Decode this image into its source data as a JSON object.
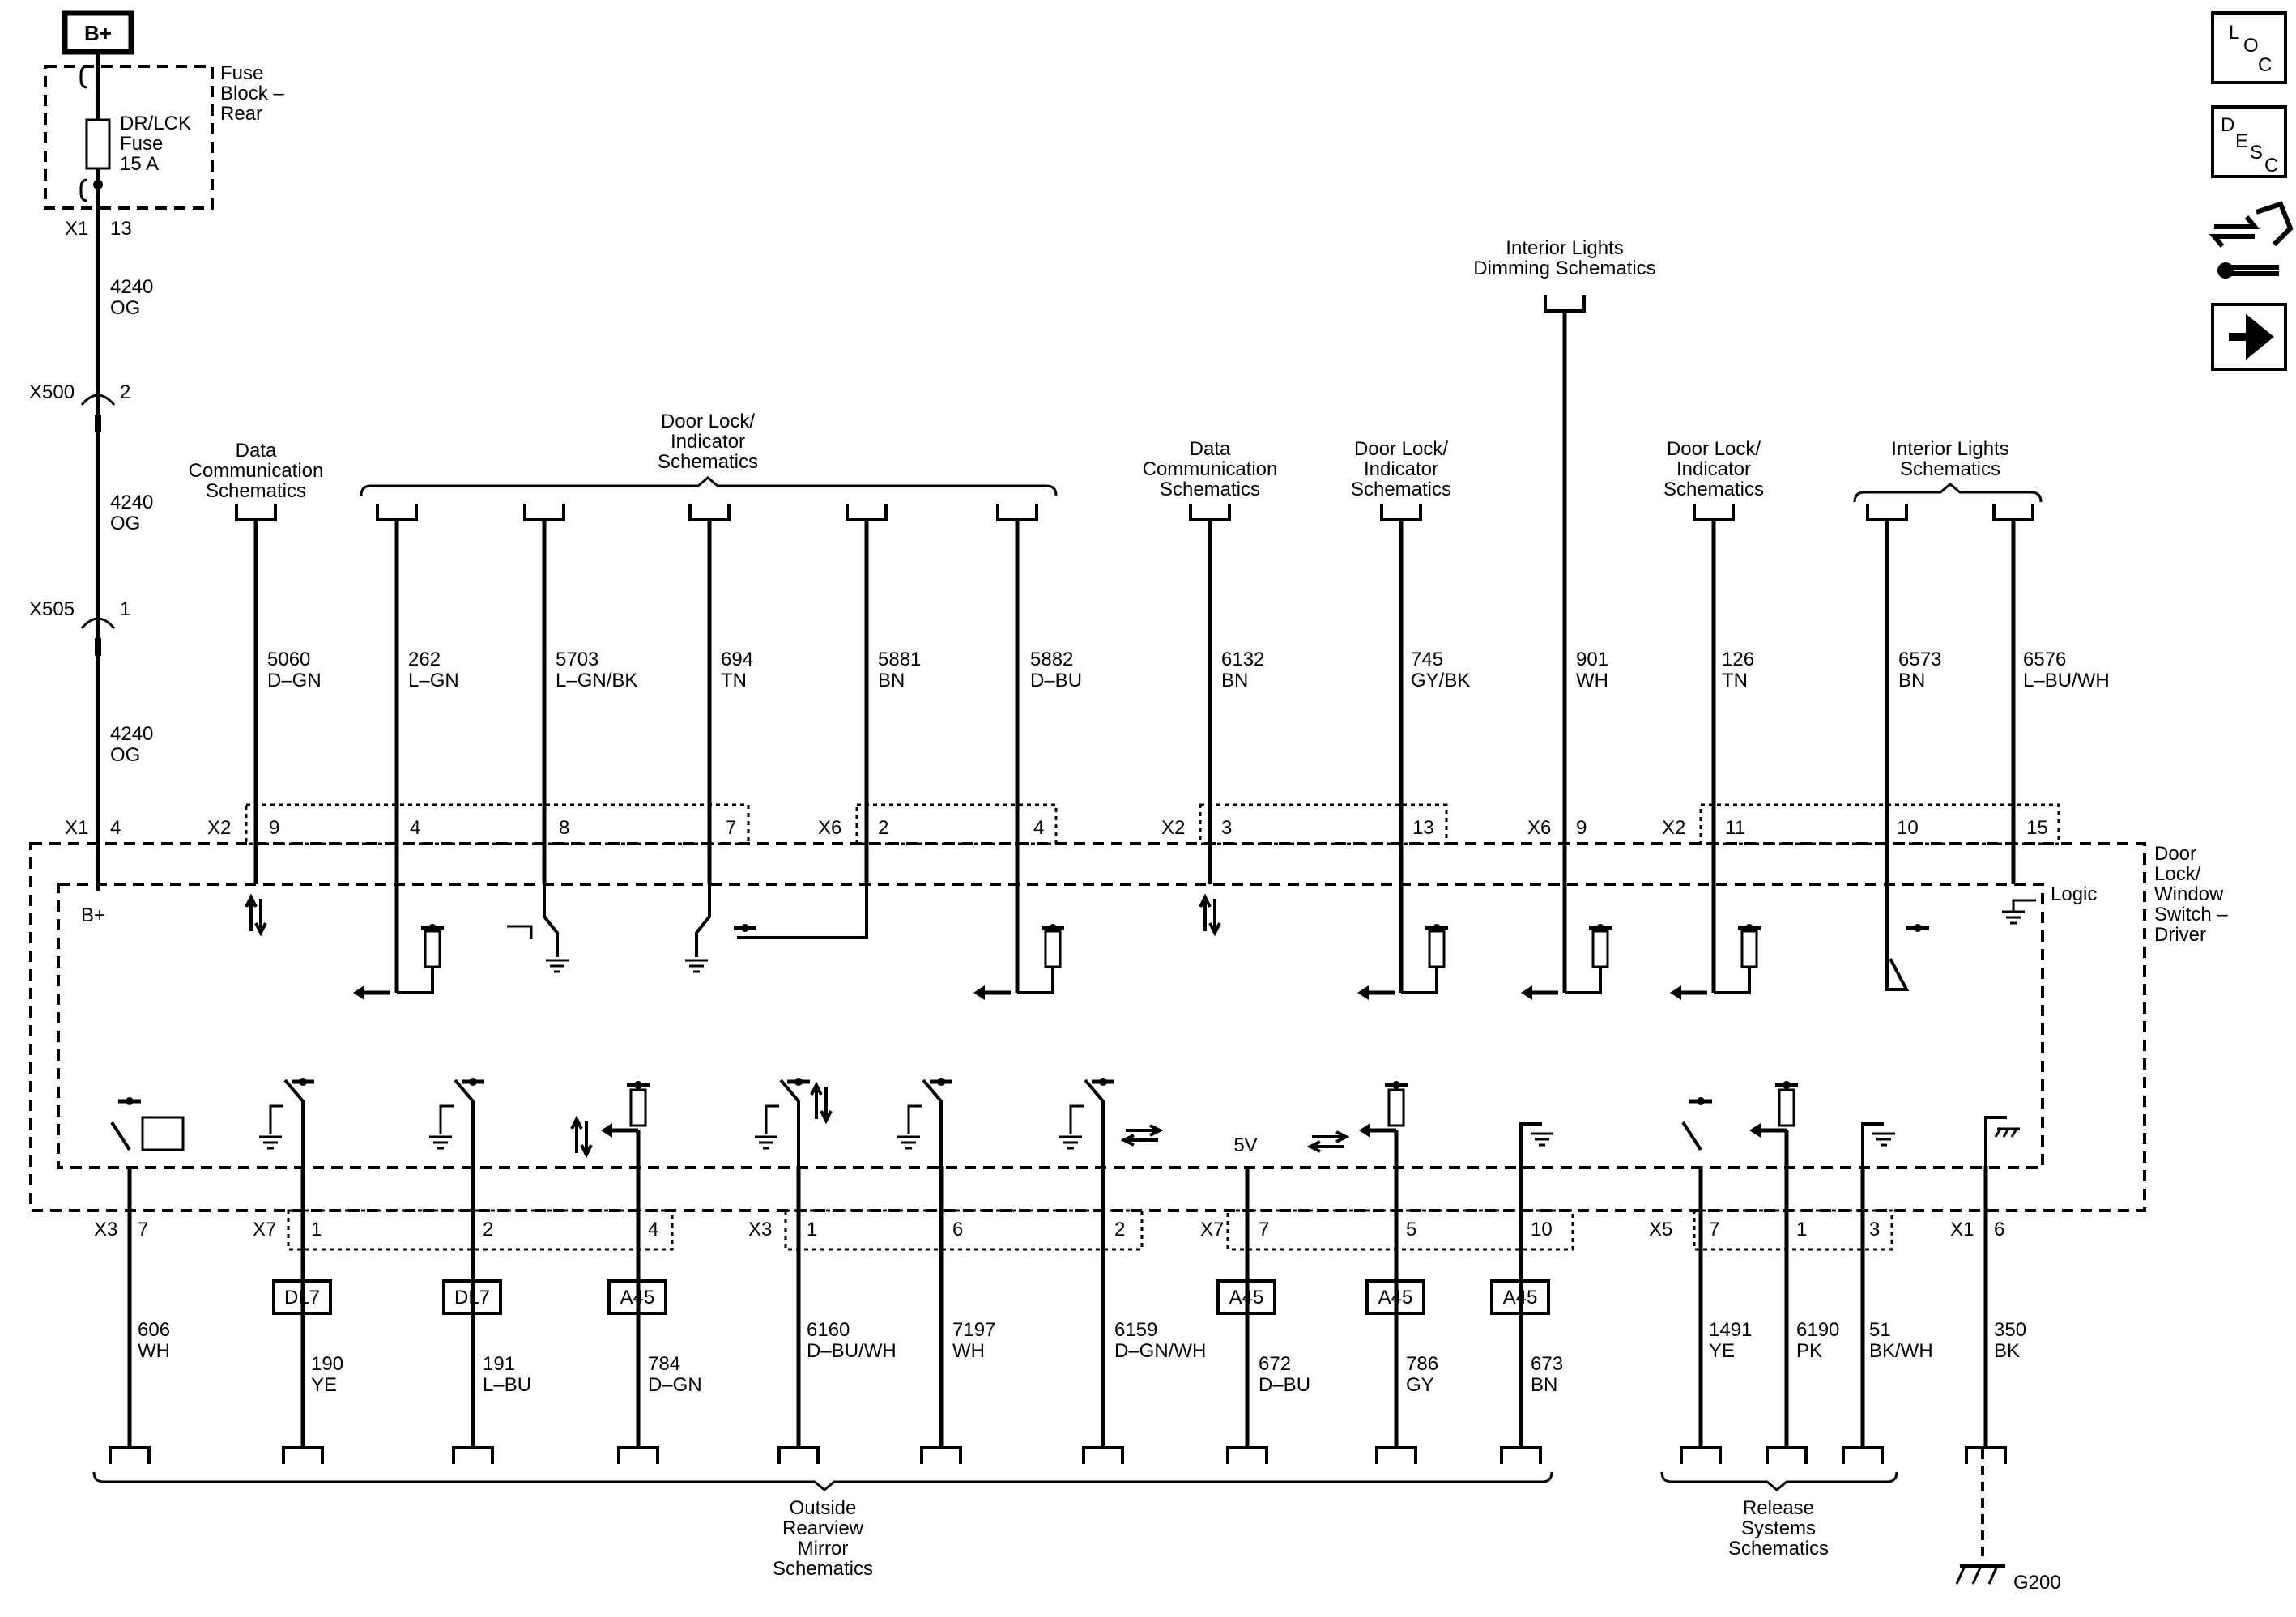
{
  "power": {
    "label": "B+",
    "internal_label": "B+"
  },
  "fuse_block": {
    "title_lines": [
      "Fuse",
      "Block –",
      "Rear"
    ],
    "fuse_lines": [
      "DR/LCK",
      "Fuse",
      "15 A"
    ],
    "conn": "X1",
    "pin": "13"
  },
  "feed_segments": [
    {
      "circuit": "4240",
      "color": "OG"
    },
    {
      "circuit": "4240",
      "color": "OG"
    },
    {
      "circuit": "4240",
      "color": "OG"
    }
  ],
  "inline_connectors": [
    {
      "name": "X500",
      "pin": "2"
    },
    {
      "name": "X505",
      "pin": "1"
    }
  ],
  "module": {
    "name_lines": [
      "Door",
      "Lock/",
      "Window",
      "Switch –",
      "Driver"
    ],
    "logic_label": "Logic",
    "feed_conn": "X1",
    "feed_pin": "4"
  },
  "top_groups": [
    {
      "lines": [
        "Data",
        "Communication",
        "Schematics"
      ]
    },
    {
      "lines": [
        "Door Lock/",
        "Indicator",
        "Schematics"
      ]
    },
    {
      "lines": [
        "Data",
        "Communication",
        "Schematics"
      ]
    },
    {
      "lines": [
        "Door Lock/",
        "Indicator",
        "Schematics"
      ]
    },
    {
      "lines": [
        "Interior Lights",
        "Dimming Schematics"
      ]
    },
    {
      "lines": [
        "Door Lock/",
        "Indicator",
        "Schematics"
      ]
    },
    {
      "lines": [
        "Interior Lights",
        "Schematics"
      ]
    }
  ],
  "top_connectors": [
    {
      "name": "X2",
      "pins": [
        "9",
        "4",
        "8",
        "7"
      ]
    },
    {
      "name": "X6",
      "pins": [
        "2",
        "4"
      ]
    },
    {
      "name": "X2",
      "pins": [
        "3",
        "13"
      ]
    },
    {
      "name": "X6",
      "pins": [
        "9"
      ]
    },
    {
      "name": "X2",
      "pins": [
        "11",
        "10",
        "15"
      ]
    }
  ],
  "top_wires": [
    {
      "circuit": "5060",
      "color": "D–GN"
    },
    {
      "circuit": "262",
      "color": "L–GN"
    },
    {
      "circuit": "5703",
      "color": "L–GN/BK"
    },
    {
      "circuit": "694",
      "color": "TN"
    },
    {
      "circuit": "5881",
      "color": "BN"
    },
    {
      "circuit": "5882",
      "color": "D–BU"
    },
    {
      "circuit": "6132",
      "color": "BN"
    },
    {
      "circuit": "745",
      "color": "GY/BK"
    },
    {
      "circuit": "901",
      "color": "WH"
    },
    {
      "circuit": "126",
      "color": "TN"
    },
    {
      "circuit": "6573",
      "color": "BN"
    },
    {
      "circuit": "6576",
      "color": "L–BU/WH"
    }
  ],
  "bottom_connectors": [
    {
      "name": "X3",
      "pins": [
        "7"
      ]
    },
    {
      "name": "X7",
      "pins": [
        "1",
        "2",
        "4"
      ]
    },
    {
      "name": "X3",
      "pins": [
        "1",
        "6",
        "2"
      ]
    },
    {
      "name": "X7",
      "pins": [
        "7",
        "5",
        "10"
      ]
    },
    {
      "name": "X5",
      "pins": [
        "7",
        "1",
        "3"
      ]
    },
    {
      "name": "X1",
      "pins": [
        "6"
      ]
    }
  ],
  "bottom_wires": [
    {
      "circuit": "606",
      "color": "WH"
    },
    {
      "circuit": "190",
      "color": "YE"
    },
    {
      "circuit": "191",
      "color": "L–BU"
    },
    {
      "circuit": "784",
      "color": "D–GN"
    },
    {
      "circuit": "6160",
      "color": "D–BU/WH"
    },
    {
      "circuit": "7197",
      "color": "WH"
    },
    {
      "circuit": "6159",
      "color": "D–GN/WH"
    },
    {
      "circuit": "672",
      "color": "D–BU"
    },
    {
      "circuit": "786",
      "color": "GY"
    },
    {
      "circuit": "673",
      "color": "BN"
    },
    {
      "circuit": "1491",
      "color": "YE"
    },
    {
      "circuit": "6190",
      "color": "PK"
    },
    {
      "circuit": "51",
      "color": "BK/WH"
    },
    {
      "circuit": "350",
      "color": "BK"
    }
  ],
  "reference_boxes": [
    "DL7",
    "DL7",
    "A45",
    "A45",
    "A45",
    "A45"
  ],
  "voltage_label": "5V",
  "bottom_groups": [
    {
      "lines": [
        "Outside",
        "Rearview",
        "Mirror",
        "Schematics"
      ]
    },
    {
      "lines": [
        "Release",
        "Systems",
        "Schematics"
      ]
    }
  ],
  "ground": {
    "label": "G200"
  },
  "nav": {
    "loc": [
      "L",
      "O",
      "C"
    ],
    "desc": [
      "D",
      "E",
      "S",
      "C"
    ]
  }
}
